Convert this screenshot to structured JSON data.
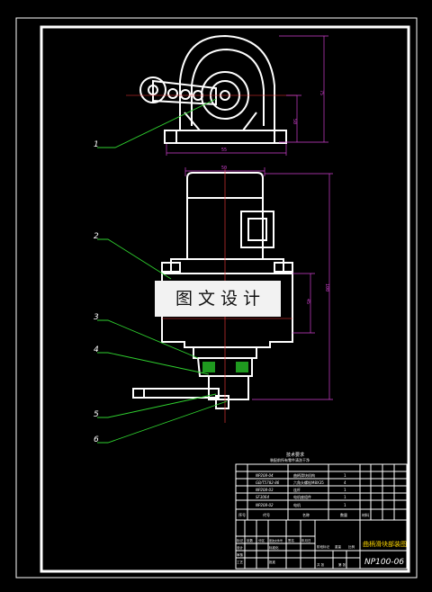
{
  "watermark": "图 文 设 计",
  "leaders": [
    "1",
    "2",
    "3",
    "4",
    "5",
    "6"
  ],
  "dimensions": {
    "top_width": "55",
    "side_height_1": "75",
    "side_height_2": "50",
    "bottom_width": "55",
    "front_width": "50",
    "front_height_total": "100",
    "front_height_mid": "45"
  },
  "tech_notes": {
    "title": "技术要求",
    "line": "装配前所有零件清洗干净"
  },
  "parts_table": {
    "rows": [
      {
        "code": "NP208-04",
        "name": "曲柄滑块机构",
        "qty": "1"
      },
      {
        "code": "GB/T5782-86",
        "name": "六角头螺栓M8X35",
        "qty": "4"
      },
      {
        "code": "NP208-03",
        "name": "连杆",
        "qty": "1"
      },
      {
        "code": "SF3064",
        "name": "电机座组件",
        "qty": "1"
      },
      {
        "code": "NP208-02",
        "name": "电机",
        "qty": "1"
      }
    ],
    "headers": [
      "序号",
      "代号",
      "名称",
      "数量",
      "材料"
    ]
  },
  "title_block": {
    "drawing_name": "曲柄滑块部装图",
    "drawing_code": "NP100-06",
    "labels": [
      "标记",
      "处数",
      "分区",
      "更改文件号",
      "签名",
      "年月日",
      "设计",
      "审核",
      "工艺",
      "标准化",
      "批准",
      "阶段标记",
      "重量",
      "比例",
      "共 张",
      "第 张"
    ]
  }
}
